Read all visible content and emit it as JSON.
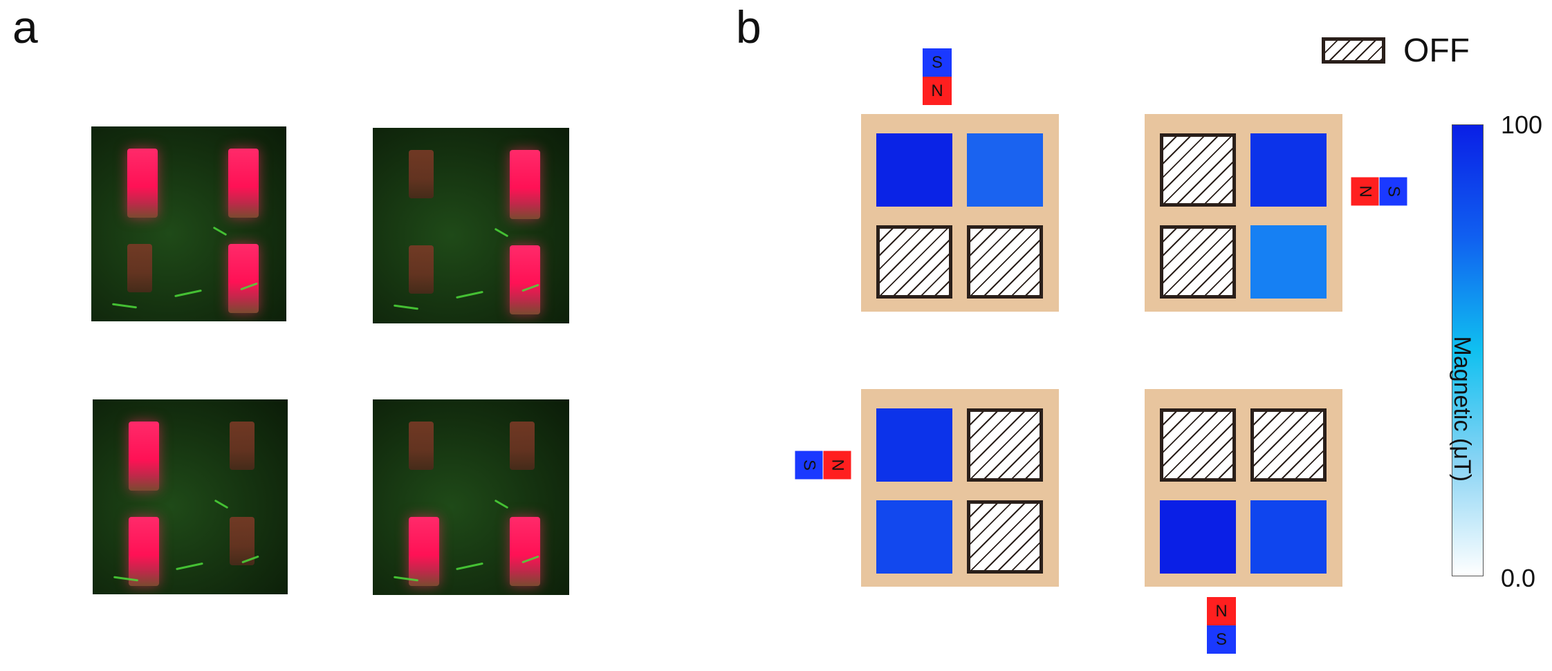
{
  "panels": {
    "a": "a",
    "b": "b"
  },
  "legend": {
    "off_label": "OFF"
  },
  "colorbar": {
    "title": "Magnetic (μT)",
    "max_label": "100",
    "min_label": "0.0",
    "range": [
      0.0,
      100
    ]
  },
  "magnet_labels": {
    "north": "N",
    "south": "S"
  },
  "colors": {
    "north": "#ff1f1f",
    "south": "#1a39ff",
    "board": "#e8c59e",
    "off_hatch": "#2a1f1a"
  },
  "photos": [
    {
      "id": "top-left",
      "lit": [
        true,
        true,
        false,
        true
      ]
    },
    {
      "id": "top-right",
      "lit": [
        false,
        true,
        false,
        true
      ]
    },
    {
      "id": "bottom-left",
      "lit": [
        true,
        false,
        true,
        false
      ]
    },
    {
      "id": "bottom-right",
      "lit": [
        false,
        false,
        true,
        true
      ]
    }
  ],
  "boards": [
    {
      "id": "top-left",
      "magnet": "S over N, top",
      "cells": [
        "#0a23e6",
        "#1a63f0",
        "off",
        "off"
      ]
    },
    {
      "id": "top-right",
      "magnet": "N | S, right",
      "cells": [
        "off",
        "#0c33ea",
        "off",
        "#1680f3"
      ]
    },
    {
      "id": "bottom-left",
      "magnet": "S | N, left",
      "cells": [
        "#0c33ea",
        "off",
        "#1248ee",
        "off"
      ]
    },
    {
      "id": "bottom-right",
      "magnet": "N over S, bottom",
      "cells": [
        "off",
        "off",
        "#0a1fe6",
        "#0f45ee"
      ]
    }
  ]
}
